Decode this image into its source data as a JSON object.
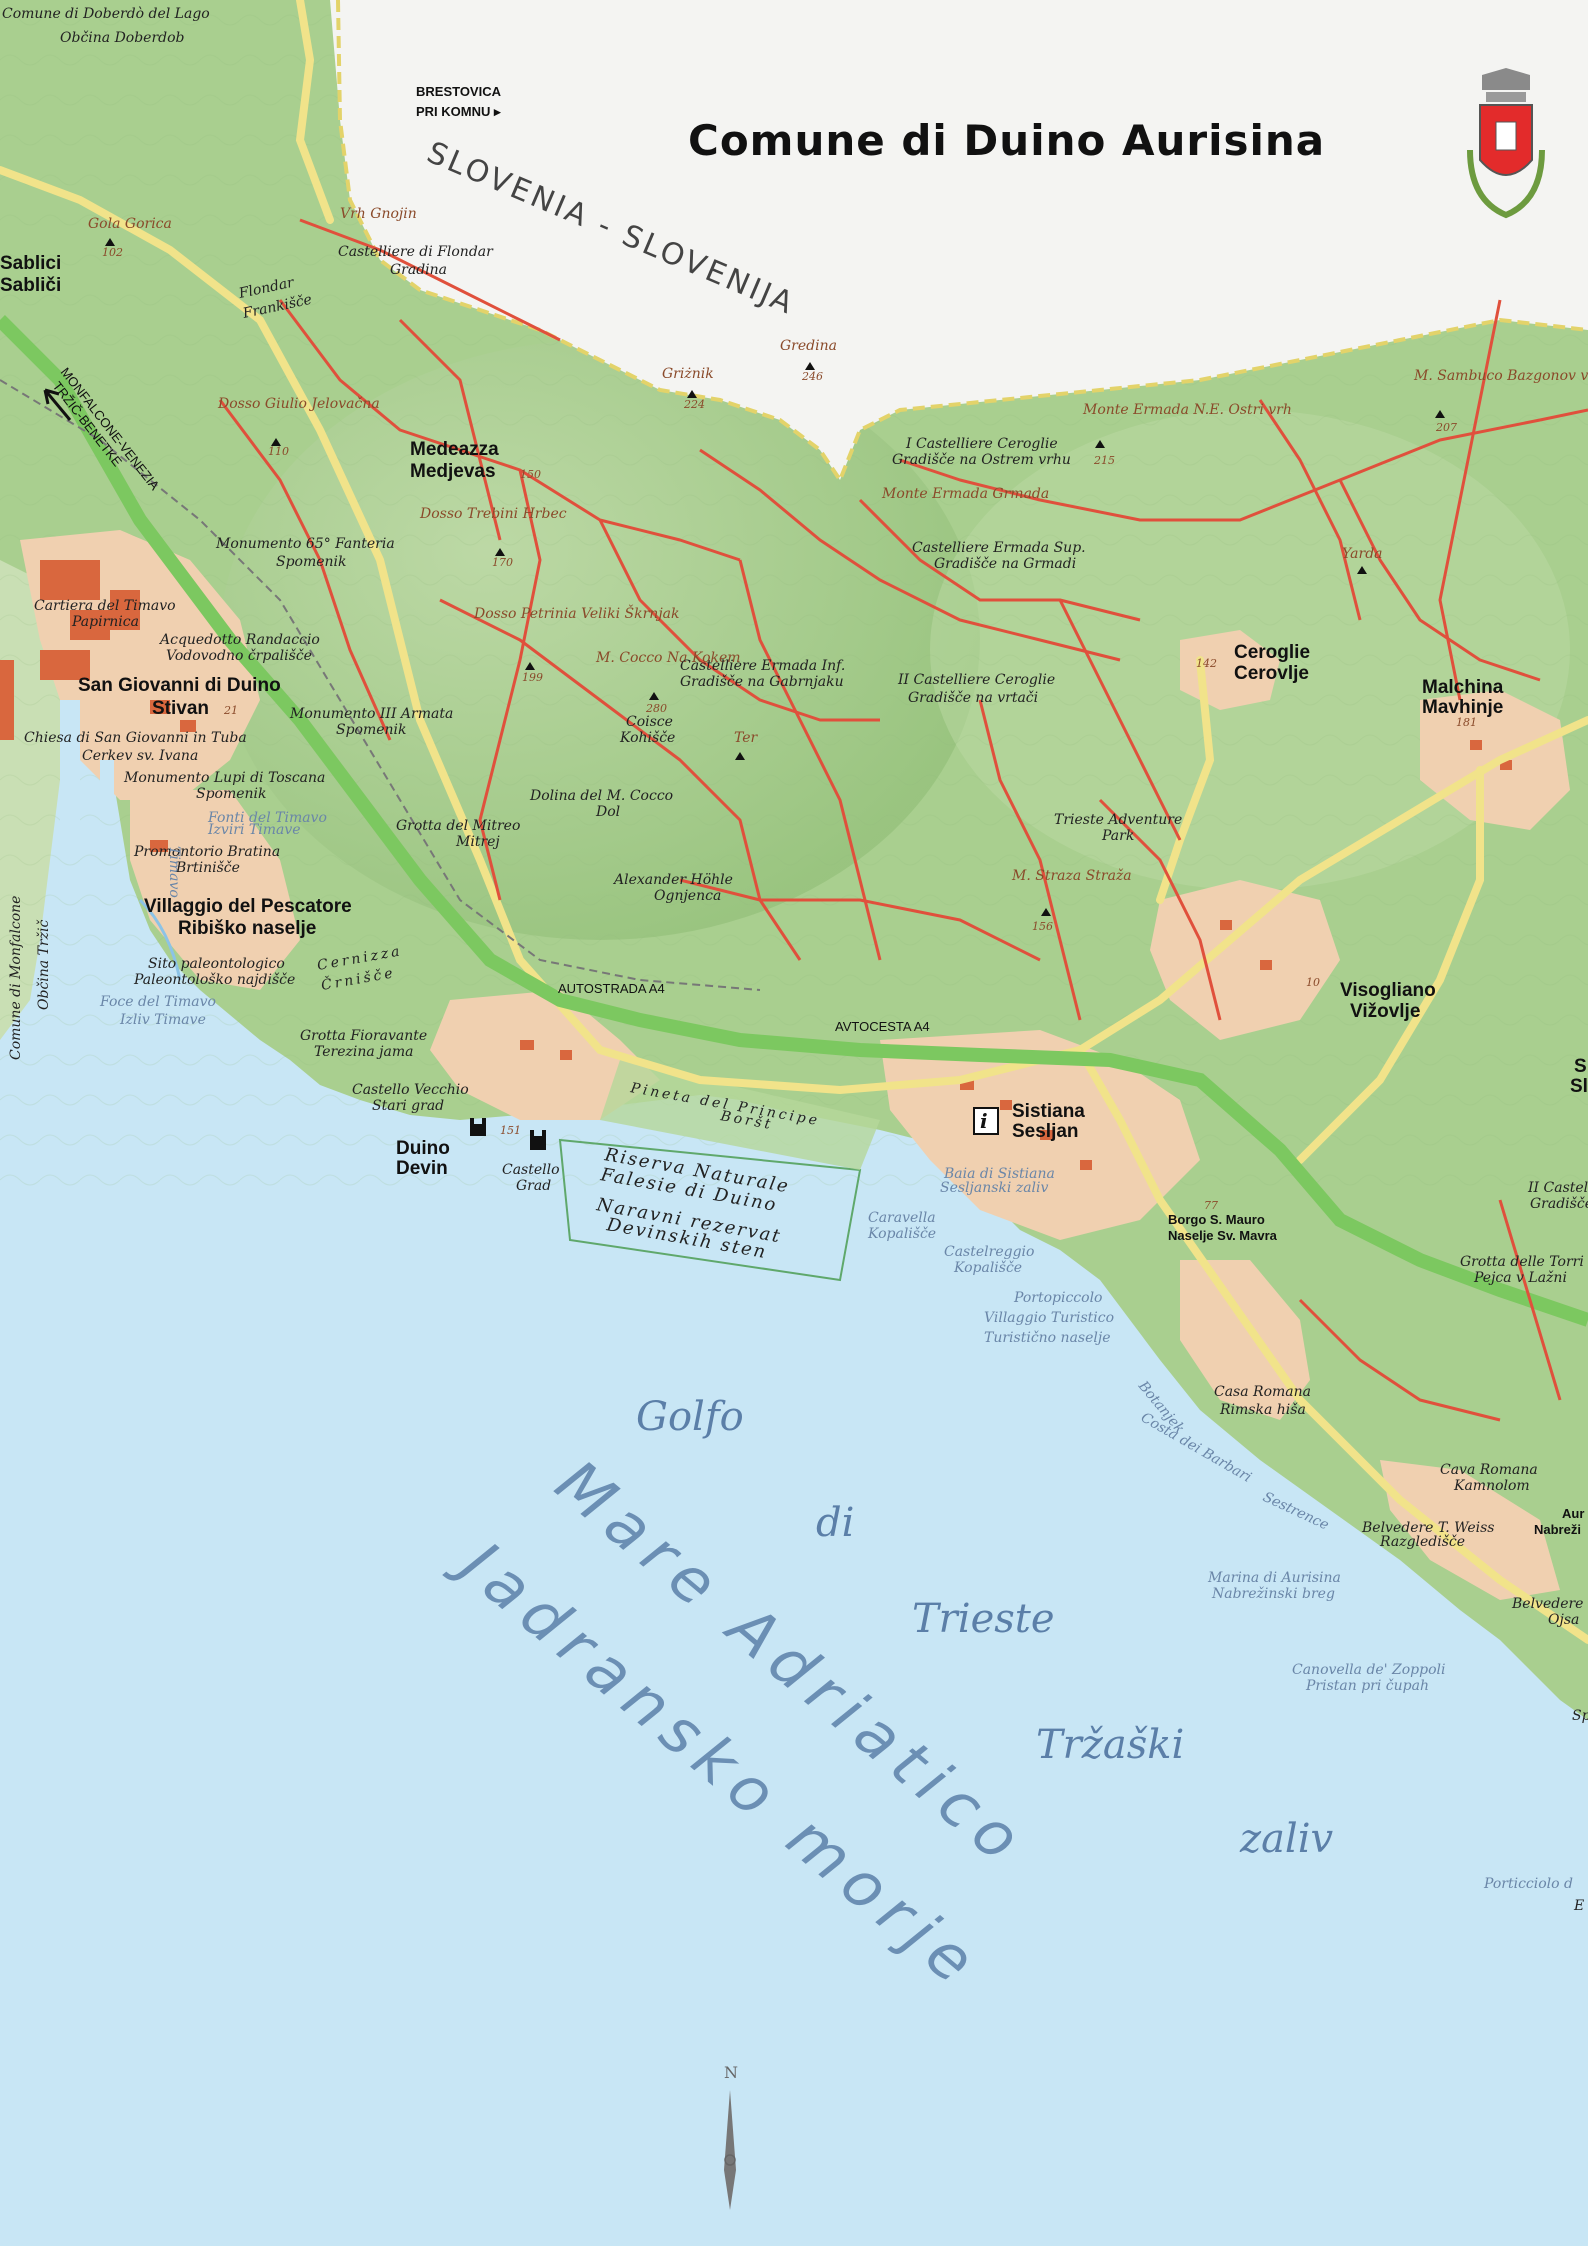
{
  "title": "Comune di Duino Aurisina",
  "border": {
    "label": "SLOVENIA - SLOVENIJA",
    "neighbor_top": [
      "Comune di Doberdò del Lago",
      "Občina Doberdob"
    ],
    "neighbor_left": [
      "Comune di Monfalcone",
      "Občina Tržič"
    ],
    "brestovica": [
      "BRESTOVICA",
      "PRI KOMNU ▸"
    ],
    "monfalcone_dir": [
      "MONFALCONE-VENEZIA",
      "TRŽIČ-BENETKE"
    ]
  },
  "motorway": {
    "it": "AUTOSTRADA A4",
    "sl": "AVTOCESTA A4"
  },
  "towns": [
    {
      "name": "Sablici",
      "alt": "Sabliči"
    },
    {
      "name": "Medeazza",
      "alt": "Medjevas"
    },
    {
      "name": "San Giovanni di Duino",
      "alt": "Stivan"
    },
    {
      "name": "Villaggio del Pescatore",
      "alt": "Ribiško naselje"
    },
    {
      "name": "Duino",
      "alt": "Devin"
    },
    {
      "name": "Sistiana",
      "alt": "Sesljan"
    },
    {
      "name": "Ceroglie",
      "alt": "Cerovlje"
    },
    {
      "name": "Malchina",
      "alt": "Mavhinje"
    },
    {
      "name": "Visogliano",
      "alt": "Vižovlje"
    },
    {
      "name": "Borgo S. Mauro",
      "alt": "Naselje Sv. Mavra"
    }
  ],
  "peaks": [
    {
      "name": "Gola Gorica",
      "elev": "102"
    },
    {
      "name": "Vrh Gnojin",
      "elev": ""
    },
    {
      "name": "Gredina",
      "elev": "246"
    },
    {
      "name": "Griżnik",
      "elev": "224"
    },
    {
      "name": "Dosso Giulio Jelovačna",
      "elev": "110"
    },
    {
      "name": "Dosso Trebini Hrbec",
      "elev": "170"
    },
    {
      "name": "Dosso Petrinia Veliki Škrnjak",
      "elev": "199"
    },
    {
      "name": "M. Cocco Na Kokem",
      "elev": "280"
    },
    {
      "name": "Ter",
      "elev": ""
    },
    {
      "name": "Monte Ermada Grmada",
      "elev": ""
    },
    {
      "name": "Monte Ermada N.E. Ostri vrh",
      "elev": "215"
    },
    {
      "name": "M. Sambuco Bazgonov vrh",
      "elev": "207"
    },
    {
      "name": "Yarda",
      "elev": ""
    },
    {
      "name": "M. Straza Straža",
      "elev": "156"
    }
  ],
  "elev_misc": [
    "150",
    "142",
    "181",
    "151",
    "21",
    "10",
    "77"
  ],
  "poi": [
    "Castelliere di Flondar",
    "Gradina",
    "Flondar",
    "Frankišče",
    "Monumento 65° Fanteria",
    "Spomenik",
    "Cartiera del Timavo",
    "Papirnica",
    "Acquedotto Randaccio",
    "Vodovodno črpališče",
    "Monumento III Armata",
    "Spomenik",
    "Chiesa di San Giovanni in Tuba",
    "Cerkev sv. Ivana",
    "Monumento Lupi di Toscana",
    "Spomenik",
    "Grotta del Mitreo",
    "Mitrej",
    "Promontorio Bratina",
    "Brtinišče",
    "Sito paleontologico",
    "Paleontološko najdišče",
    "Cernizza",
    "Črnišče",
    "Foce del Timavo",
    "Izliv Timave",
    "Grotta Fioravante",
    "Terezina jama",
    "Castello Vecchio",
    "Stari grad",
    "Castello",
    "Grad",
    "Castelliere Ermada Inf.",
    "Gradišče na Gabrnjaku",
    "Coisce",
    "Kohišče",
    "Dolina del M. Cocco",
    "Dol",
    "Alexander Höhle",
    "Ognjenca",
    "I Castelliere Ceroglie",
    "Gradišče na Ostrem vrhu",
    "Castelliere Ermada Sup.",
    "Gradišče na Grmadi",
    "II Castelliere Ceroglie",
    "Gradišče na vrtači",
    "Trieste Adventure",
    "Park",
    "Pineta del Principe",
    "Boršt",
    "Casa Romana",
    "Rimska hiša",
    "Cava Romana",
    "Kamnolom",
    "Belvedere T. Weiss",
    "Razgledišče",
    "Grotta delle Torri",
    "Pejca v Lažni",
    "II Castelliere",
    "Gradišče"
  ],
  "reserve": [
    "Riserva Naturale",
    "Falesie di Duino",
    "Naravni rezervat",
    "Devinskih sten"
  ],
  "coast": [
    "Baia di Sistiana",
    "Sesljanski zaliv",
    "Caravella",
    "Kopališče",
    "Castelreggio",
    "Kopališče",
    "Portopiccolo",
    "Villaggio Turistico",
    "Turistično naselje",
    "Costa dei Barbari",
    "Sestrence",
    "Botanjek",
    "Marina di Aurisina",
    "Nabrežinski breg",
    "Canovella de' Zoppoli",
    "Pristan pri čupah",
    "Porticciolo d"
  ],
  "sea": {
    "gulf": [
      "Golfo",
      "di",
      "Trieste",
      "Tržaški",
      "zaliv"
    ],
    "it": "Mare Adriatico",
    "sl": "Jadransko morje"
  },
  "rivers": [
    "Timavo",
    "Fonti del Timavo",
    "Izviri Timave"
  ],
  "partial_right": [
    "S",
    "Sl",
    "Aur",
    "Nabreži",
    "Belvedere",
    "Ojsa",
    "Sp",
    "E"
  ],
  "compass": "N",
  "colors": {
    "sea": "#c8e6f5",
    "land": "#a9cf8f",
    "land_light": "#c9dfb4",
    "slovenia": "#f2f2f2",
    "road_red": "#e0503c",
    "road_yellow": "#f1e38a",
    "motorway": "#7cc860",
    "urban": "#f0d0b0",
    "building": "#d9673e"
  }
}
